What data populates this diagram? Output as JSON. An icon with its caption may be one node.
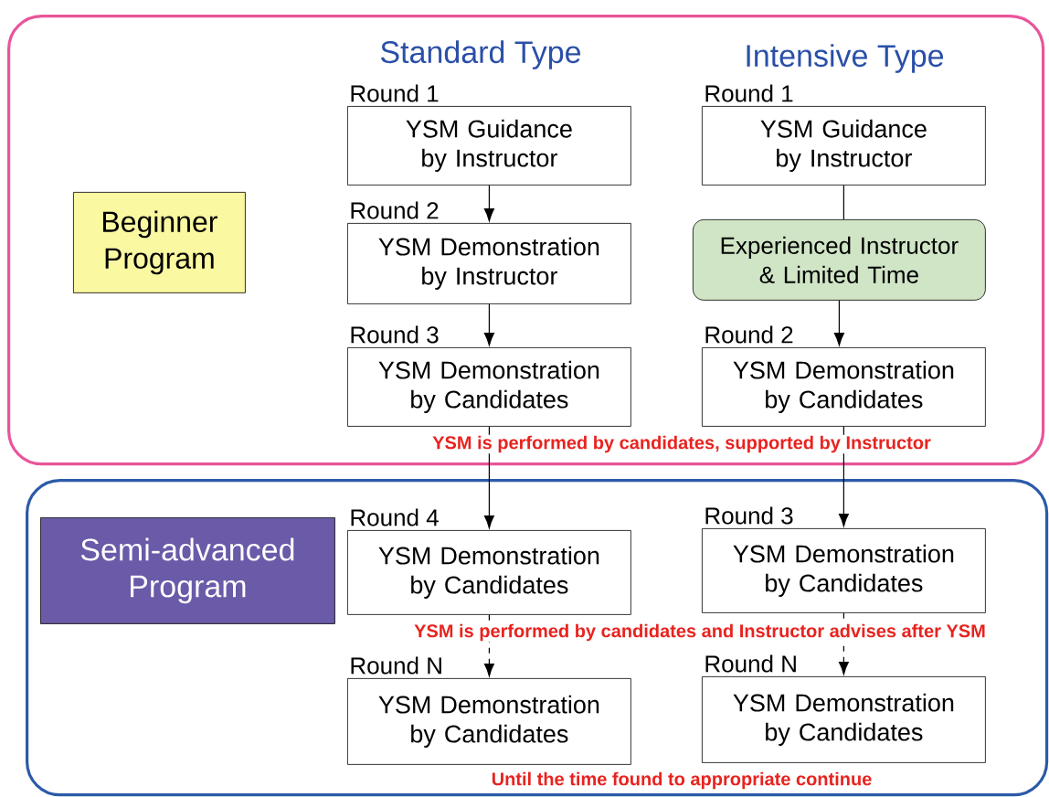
{
  "diagram": {
    "nodes": [
      {
        "text": [],
        "shape": "box"
      },
      {
        "text": [
          "Beginner Program"
        ],
        "in": 0
      },
      {
        "text": [
          "YSM Guidance by Instructor"
        ],
        "beside": [
          "Round 1"
        ],
        "in": 0
      },
      {
        "text": [
          "YSM Demonstration by Instructor"
        ],
        "beside": [
          "Round 2"
        ],
        "in": 0
      },
      {
        "text": [
          "YSM Demonstration by Candidates"
        ],
        "beside": [
          "Round 3"
        ],
        "in": 0
      },
      {
        "text": [
          "YSM Guidance by Instructor"
        ],
        "beside": [
          "Round 1"
        ],
        "in": 0
      },
      {
        "text": [
          "Experienced Instructor & Limited Time"
        ],
        "in": 0
      },
      {
        "text": [
          "YSM Demonstration by Candidates"
        ],
        "beside": [
          "Round 2"
        ],
        "in": 0
      },
      {
        "text": [],
        "shape": "box"
      },
      {
        "text": [
          "Semi-advanced Program"
        ],
        "in": 8
      },
      {
        "text": [
          "YSM Demonstration by Candidates"
        ],
        "beside": [
          "Round 4"
        ],
        "in": 8
      },
      {
        "text": [
          "YSM Demonstration by Candidates"
        ],
        "beside": [
          "Round N"
        ],
        "in": 8
      },
      {
        "text": [
          "YSM Demonstration by Candidates"
        ],
        "beside": [
          "Round 3"
        ],
        "in": 8
      },
      {
        "text": [
          "YSM Demonstration by Candidates"
        ],
        "beside": [
          "Round N"
        ],
        "in": 8
      }
    ],
    "edges": [
      {
        "from": 2,
        "to": 3,
        "arrow": "to"
      },
      {
        "from": 3,
        "to": 4,
        "arrow": "to"
      },
      {
        "from": 5,
        "to": 6,
        "arrow": "none"
      },
      {
        "from": 6,
        "to": 7,
        "arrow": "to"
      },
      {
        "from": 4,
        "to": 10,
        "arrow": "to"
      },
      {
        "from": 7,
        "to": 12,
        "arrow": "to"
      },
      {
        "from": 10,
        "to": 11,
        "arrow": "to",
        "style": "dashed"
      },
      {
        "from": 12,
        "to": 13,
        "arrow": "to",
        "style": "dashed"
      }
    ],
    "labels": [
      "Standard Type",
      "Intensive Type",
      "YSM is performed by candidates, supported by Instructor",
      "YSM is performed by candidates and Instructor advises after YSM",
      "Until the time found to appropriate continue"
    ]
  }
}
